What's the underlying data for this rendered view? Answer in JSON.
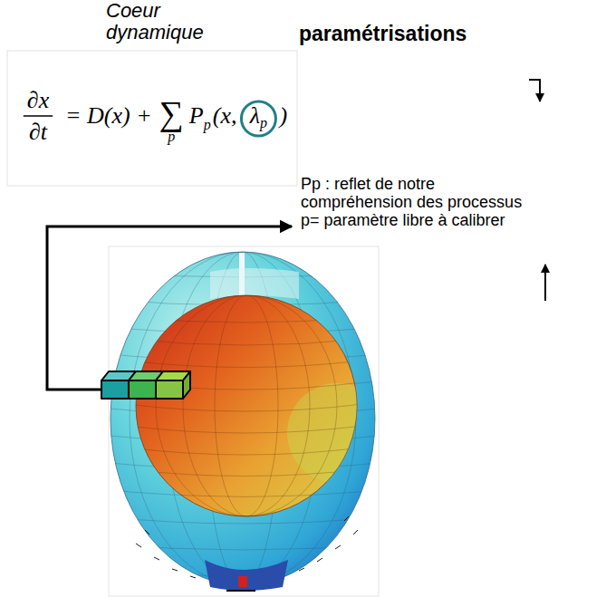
{
  "diagram": {
    "labels": [
      "Coeur dynamique",
      "paramétrisations",
      "∂x",
      "∂t",
      "= D(x) +",
      "∑",
      "p",
      "P",
      "p",
      "(x,",
      "λ",
      "p",
      ")",
      "Pp : reflet de notre compréhension des processus",
      "p= paramètre libre à calibrer"
    ]
  }
}
